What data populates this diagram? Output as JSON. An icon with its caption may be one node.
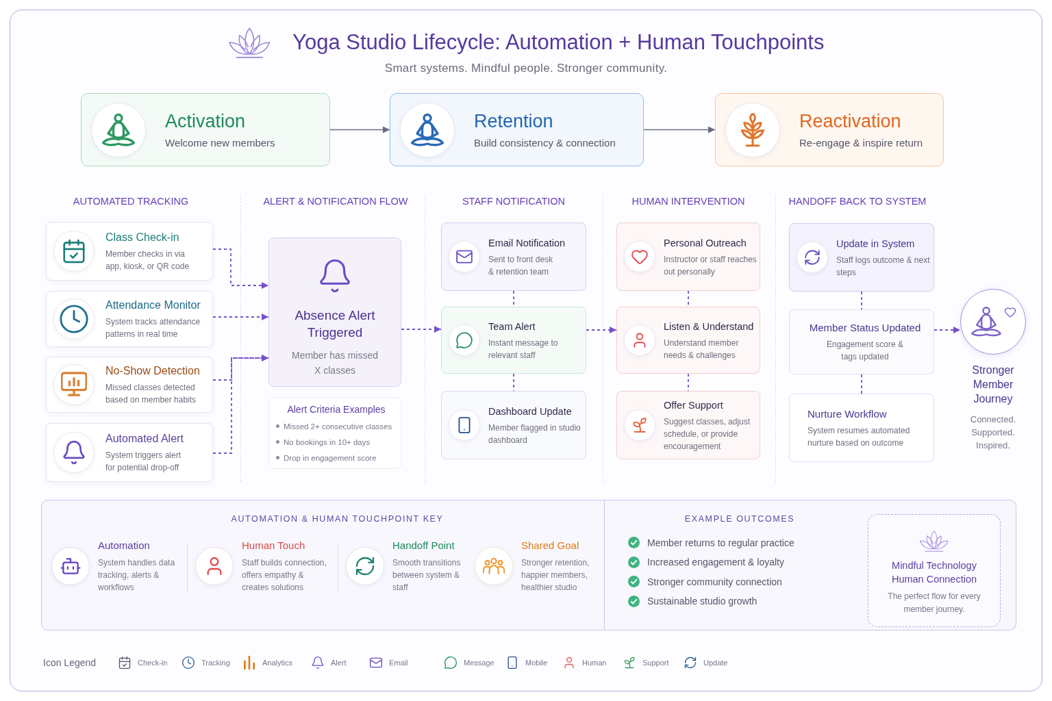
{
  "diagram": {
    "title": "Yoga Studio Lifecycle: Automation + Human Touchpoints",
    "nodes": [
      {
        "text": [
          "Activation",
          "Welcome new members"
        ]
      },
      {
        "text": [
          "Retention",
          "Build consistency & connection"
        ]
      },
      {
        "text": [
          "Reactivation",
          "Re-engage & inspire return"
        ]
      },
      {
        "text": [
          "Class Check-in",
          "Member checks in via app, kiosk, or QR code"
        ]
      },
      {
        "text": [
          "Attendance Monitor",
          "System tracks attendance patterns in real time"
        ]
      },
      {
        "text": [
          "No-Show Detection",
          "Missed classes detected based on member habits"
        ]
      },
      {
        "text": [
          "Automated Alert",
          "System triggers alert for potential drop-off"
        ]
      },
      {
        "text": [
          "Absence Alert Triggered",
          "Member has missed X classes"
        ]
      },
      {
        "text": [
          "Alert Criteria Examples",
          "Missed 2+ consecutive classes",
          "No bookings in 10+ days",
          "Drop in engagement score"
        ]
      },
      {
        "text": [
          "Email Notification",
          "Sent to front desk & retention team"
        ]
      },
      {
        "text": [
          "Team Alert",
          "Instant message to relevant staff"
        ]
      },
      {
        "text": [
          "Dashboard Update",
          "Member flagged in studio dashboard"
        ]
      },
      {
        "text": [
          "Personal Outreach",
          "Instructor or staff reaches out personally"
        ]
      },
      {
        "text": [
          "Listen & Understand",
          "Understand member needs & challenges"
        ]
      },
      {
        "text": [
          "Offer Support",
          "Suggest classes, adjust schedule, or provide encouragement"
        ]
      },
      {
        "text": [
          "Update in System",
          "Staff logs outcome & next steps"
        ]
      },
      {
        "text": [
          "Member Status Updated",
          "Engagement score & tags updated"
        ]
      },
      {
        "text": [
          "Nurture Workflow",
          "System resumes automated nurture based on outcome"
        ]
      },
      {
        "text": [
          "Stronger Member Journey",
          "Connected. Supported. Inspired."
        ]
      },
      {
        "text": [
          "AUTOMATION & HUMAN TOUCHPOINT KEY",
          "Automation",
          "System handles data tracking, alerts & workflows",
          "Human Touch",
          "Staff builds connection, offers empathy & creates solutions",
          "Handoff Point",
          "Smooth transitions between system & staff",
          "Shared Goal",
          "Stronger retention, happier members, healthier studio"
        ]
      },
      {
        "text": [
          "EXAMPLE OUTCOMES",
          "Member returns to regular practice",
          "Increased engagement & loyalty",
          "Stronger community connection",
          "Sustainable studio growth"
        ]
      },
      {
        "text": [
          "Mindful Technology Human Connection",
          "The perfect flow for every member journey."
        ],
        "in": 20
      }
    ],
    "edges": [
      {
        "from": 0,
        "to": 1,
        "arrow": "to",
        "color": "#6b6b80"
      },
      {
        "from": 1,
        "to": 2,
        "arrow": "to",
        "color": "#6b6b80"
      },
      {
        "from": 3,
        "to": 7,
        "arrow": "to",
        "style": "dashed"
      },
      {
        "from": 4,
        "to": 7,
        "arrow": "to",
        "style": "dashed"
      },
      {
        "from": 5,
        "to": 7,
        "arrow": "to",
        "style": "dashed"
      },
      {
        "from": 6,
        "to": 7,
        "arrow": "to",
        "style": "dashed"
      },
      {
        "from": 7,
        "to": 10,
        "arrow": "to",
        "style": "dashed"
      },
      {
        "from": 9,
        "to": 10,
        "arrow": "none",
        "style": "dashed"
      },
      {
        "from": 10,
        "to": 11,
        "arrow": "none",
        "style": "dashed"
      },
      {
        "from": 10,
        "to": 13,
        "arrow": "to",
        "style": "dashed"
      },
      {
        "from": 12,
        "to": 13,
        "arrow": "none",
        "style": "dashed"
      },
      {
        "from": 13,
        "to": 14,
        "arrow": "none",
        "style": "dashed"
      },
      {
        "from": 15,
        "to": 16,
        "arrow": "none",
        "style": "dashed"
      },
      {
        "from": 16,
        "to": 17,
        "arrow": "none",
        "style": "dashed"
      },
      {
        "from": 16,
        "to": 18,
        "arrow": "to",
        "style": "dashed"
      }
    ],
    "labels": [
      "Smart systems. Mindful people. Stronger community.",
      "AUTOMATED TRACKING",
      "ALERT & NOTIFICATION FLOW",
      "STAFF NOTIFICATION",
      "HUMAN INTERVENTION",
      "HANDOFF BACK TO SYSTEM",
      "Icon Legend"
    ],
    "legend": [
      {
        "text": "Check-in"
      },
      {
        "text": "Tracking"
      },
      {
        "text": "Analytics"
      },
      {
        "text": "Alert"
      },
      {
        "text": "Email"
      },
      {
        "text": "Message"
      },
      {
        "text": "Mobile"
      },
      {
        "text": "Human"
      },
      {
        "text": "Support"
      },
      {
        "text": "Update"
      }
    ]
  }
}
